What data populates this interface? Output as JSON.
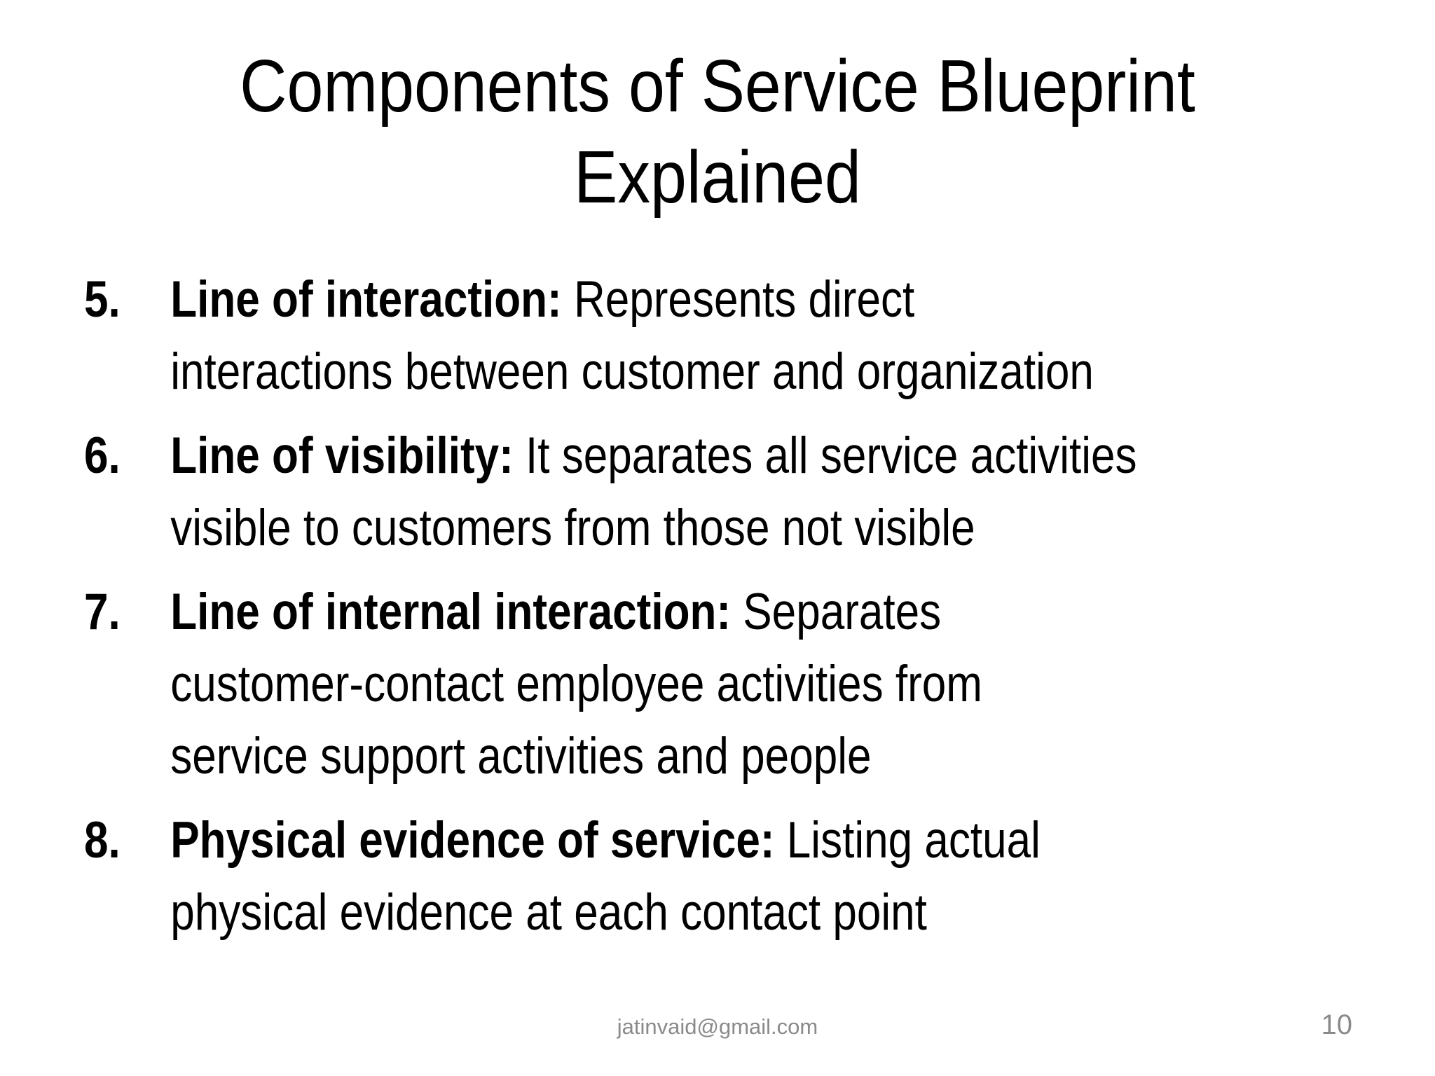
{
  "slide": {
    "title_lines": [
      "Components of Service Blueprint",
      "Explained"
    ],
    "list_items": [
      {
        "number": "5.",
        "lead": "Line of interaction:",
        "lines": [
          "Represents direct",
          "interactions between customer and organization"
        ]
      },
      {
        "number": "6.",
        "lead": "Line of visibility:",
        "lines": [
          "It separates all service activities",
          "visible to customers from those not visible"
        ]
      },
      {
        "number": "7.",
        "lead": "Line of internal interaction:",
        "lines": [
          "Separates",
          "customer-contact employee activities from",
          "service support activities and people"
        ]
      },
      {
        "number": "8.",
        "lead": "Physical evidence of service:",
        "lines": [
          "Listing actual",
          "physical evidence at each contact point"
        ]
      }
    ],
    "footer": {
      "email": "jatinvaid@gmail.com",
      "page_number": "10"
    },
    "colors": {
      "background": "#ffffff",
      "text": "#000000",
      "muted": "#8a8a8a"
    }
  }
}
